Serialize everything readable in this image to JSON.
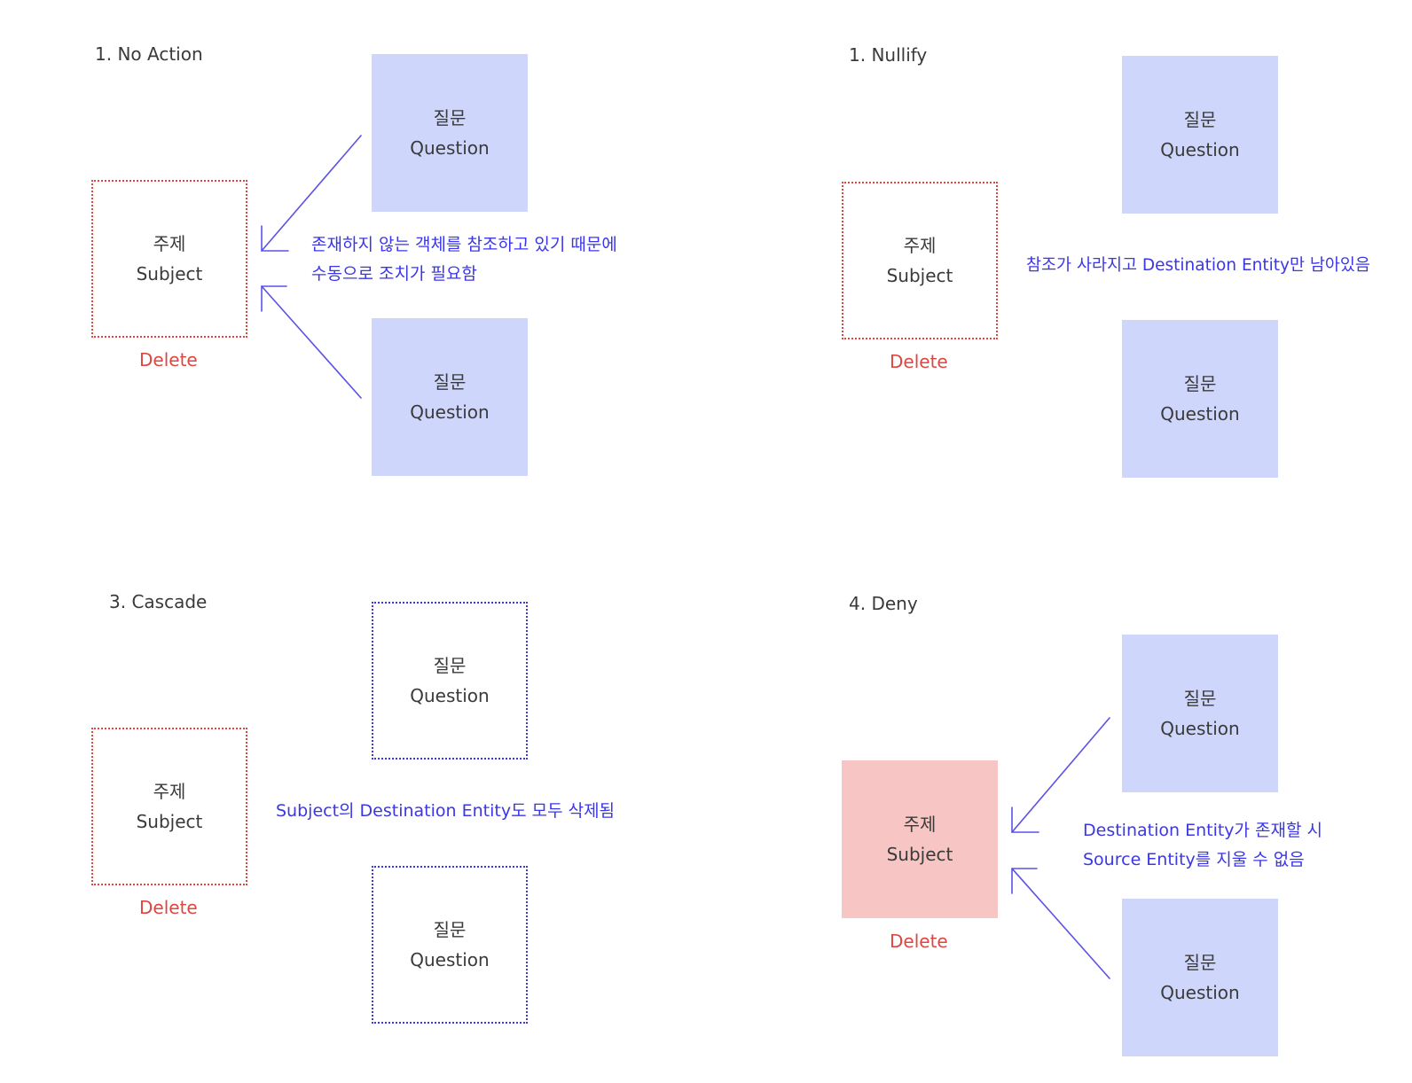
{
  "colors": {
    "question_fill": "#cfd6fb",
    "subject_deny_fill": "#f6c5c4",
    "delete_red": "#e2453f",
    "note_blue": "#3b36e8",
    "arrow_blue": "#5b52e6"
  },
  "labels": {
    "question_ko": "질문",
    "question_en": "Question",
    "subject_ko": "주제",
    "subject_en": "Subject",
    "delete": "Delete"
  },
  "sections": [
    {
      "title": "1. No Action",
      "note_lines": [
        "존재하지 않는 객체를 참조하고 있기 때문에",
        "수동으로 조치가 필요함"
      ]
    },
    {
      "title": "1. Nullify",
      "note_lines": [
        "참조가 사라지고 Destination Entity만 남아있음"
      ]
    },
    {
      "title": "3. Cascade",
      "note_lines": [
        "Subject의 Destination Entity도 모두 삭제됨"
      ]
    },
    {
      "title": "4. Deny",
      "note_lines": [
        "Destination Entity가 존재할 시",
        "Source Entity를 지울 수 없음"
      ]
    }
  ]
}
